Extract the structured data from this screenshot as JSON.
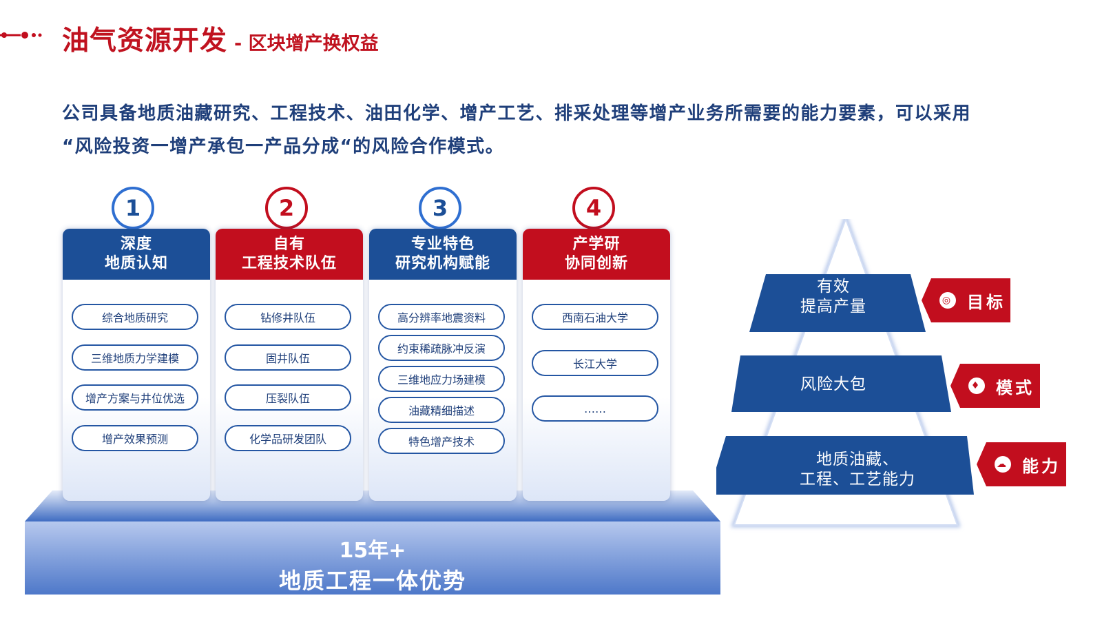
{
  "header": {
    "title": "油气资源开发",
    "subtitle": "- 区块增产换权益"
  },
  "intro": {
    "line1": "公司具备地质油藏研究、工程技术、油田化学、增产工艺、排采处理等增产业务所需要的能力要素，可以采用",
    "line2": "“风险投资一增产承包一产品分成“的风险合作模式。"
  },
  "columns": [
    {
      "number": "1",
      "title_line1": "深度",
      "title_line2": "地质认知",
      "items": [
        "综合地质研究",
        "三维地质力学建模",
        "增产方案与井位优选",
        "增产效果预测"
      ]
    },
    {
      "number": "2",
      "title_line1": "自有",
      "title_line2": "工程技术队伍",
      "items": [
        "钻修井队伍",
        "固井队伍",
        "压裂队伍",
        "化学品研发团队"
      ]
    },
    {
      "number": "3",
      "title_line1": "专业特色",
      "title_line2": "研究机构赋能",
      "items": [
        "高分辨率地震资料",
        "约束稀疏脉冲反演",
        "三维地应力场建模",
        "油藏精细描述",
        "特色增产技术"
      ]
    },
    {
      "number": "4",
      "title_line1": "产学研",
      "title_line2": "协同创新",
      "items": [
        "西南石油大学",
        "长江大学",
        "……"
      ]
    }
  ],
  "base": {
    "line1": "15年+",
    "line2": "地质工程一体优势"
  },
  "pyramid": {
    "tiers": [
      {
        "line1": "有效",
        "line2": "提高产量",
        "tag": "目标",
        "tag_icon": "target-icon"
      },
      {
        "line1": "风险大包",
        "line2": "",
        "tag": "模式",
        "tag_icon": "diamond-icon"
      },
      {
        "line1": "地质油藏、",
        "line2": "工程、工艺能力",
        "tag": "能力",
        "tag_icon": "brain-icon"
      }
    ]
  },
  "colors": {
    "brand_red": "#c20e1e",
    "brand_blue": "#1c4f97",
    "text_blue": "#1f3f7a"
  }
}
